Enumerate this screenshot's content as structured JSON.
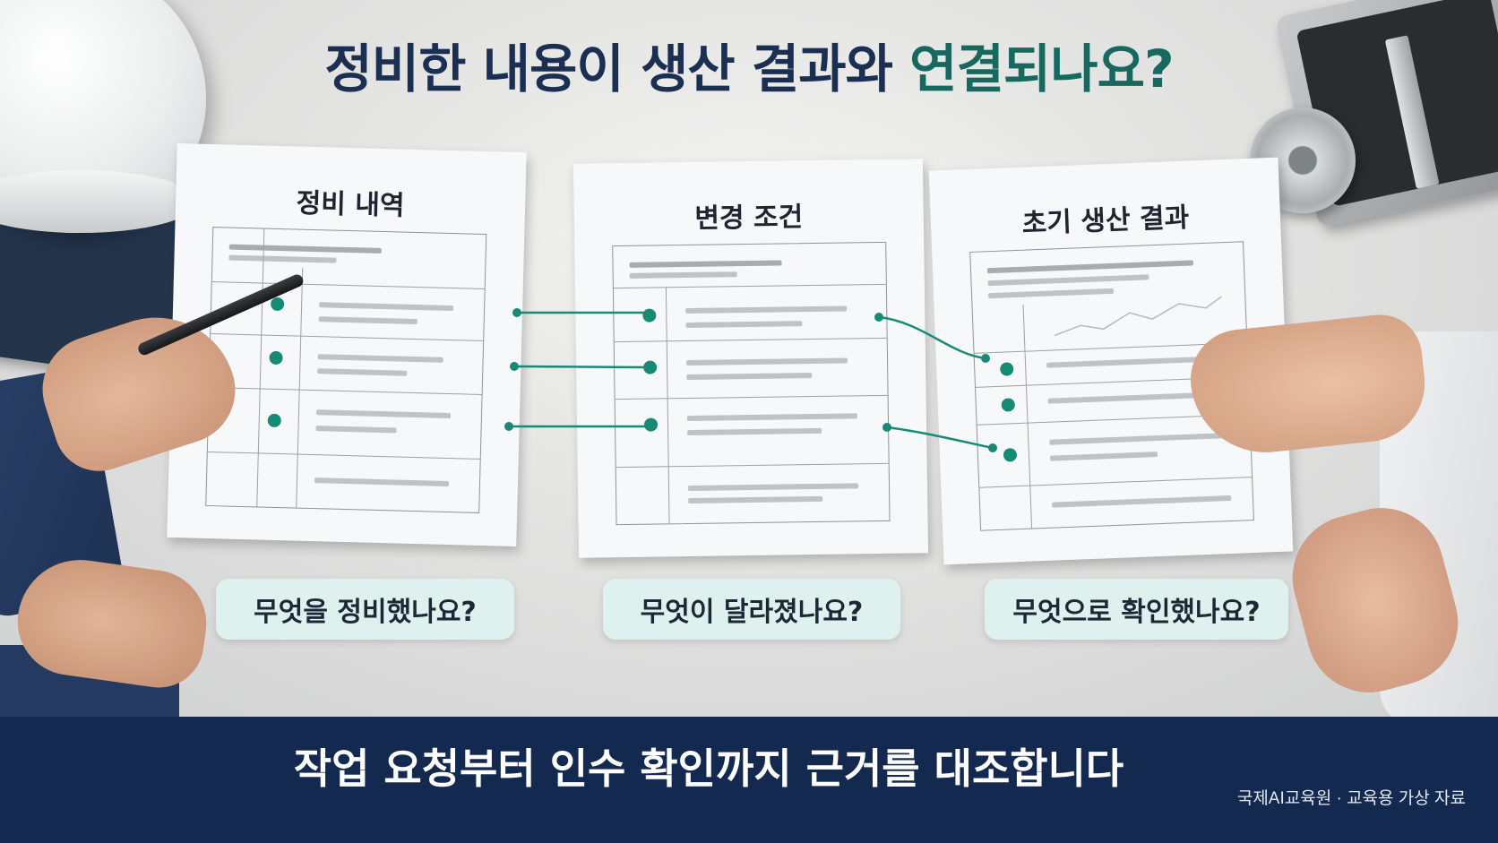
{
  "title": {
    "main": "정비한 내용이 생산 결과와 ",
    "accent": "연결되나요?"
  },
  "documents": [
    {
      "heading": "정비 내역"
    },
    {
      "heading": "변경 조건"
    },
    {
      "heading": "초기 생산 결과"
    }
  ],
  "questions": [
    "무엇을 정비했나요?",
    "무엇이 달라졌나요?",
    "무엇으로 확인했나요?"
  ],
  "footer": {
    "message": "작업 요청부터 인수 확인까지 근거를 대조합니다",
    "credit": "국제AI교육원 · 교육용 가상 자료"
  },
  "colors": {
    "title": "#1b2f52",
    "accent": "#17695f",
    "connector": "#178a75",
    "question_bg": "#dff1ef",
    "footer_bg": "#13294f"
  }
}
